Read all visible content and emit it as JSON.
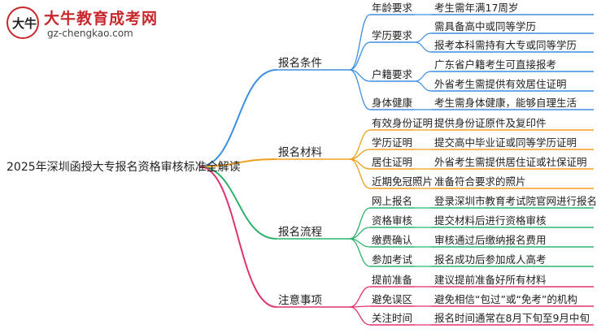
{
  "logo": {
    "title": "大牛教育成考网",
    "url": "gz-chengkao.com",
    "badge_text": "大牛"
  },
  "root": "2025年深圳函授大专报名资格审核标准全解读",
  "branches": [
    {
      "label": "报名条件",
      "color": "#3d8fe0",
      "children": [
        {
          "label": "年龄要求",
          "details": [
            "考生需年满17周岁"
          ]
        },
        {
          "label": "学历要求",
          "details": [
            "需具备高中或同等学历",
            "报考本科需持有大专或同等学历"
          ]
        },
        {
          "label": "户籍要求",
          "details": [
            "广东省户籍考生可直接报考",
            "外省考生需提供有效居住证明"
          ]
        },
        {
          "label": "身体健康",
          "details": [
            "考生需身体健康，能够自理生活"
          ]
        }
      ]
    },
    {
      "label": "报名材料",
      "color": "#f0a01e",
      "children": [
        {
          "label": "有效身份证明",
          "details": [
            "提供身份证原件及复印件"
          ]
        },
        {
          "label": "学历证明",
          "details": [
            "提交高中毕业证或同等学历证明"
          ]
        },
        {
          "label": "居住证明",
          "details": [
            "外省考生需提供居住证或社保证明"
          ]
        },
        {
          "label": "近期免冠照片",
          "details": [
            "准备符合要求的照片"
          ]
        }
      ]
    },
    {
      "label": "报名流程",
      "color": "#2fb36b",
      "children": [
        {
          "label": "网上报名",
          "details": [
            "登录深圳市教育考试院官网进行报名"
          ]
        },
        {
          "label": "资格审核",
          "details": [
            "提交材料后进行资格审核"
          ]
        },
        {
          "label": "缴费确认",
          "details": [
            "审核通过后缴纳报名费用"
          ]
        },
        {
          "label": "参加考试",
          "details": [
            "报名成功后参加成人高考"
          ]
        }
      ]
    },
    {
      "label": "注意事项",
      "color": "#e0336b",
      "children": [
        {
          "label": "提前准备",
          "details": [
            "建议提前准备好所有材料"
          ]
        },
        {
          "label": "避免误区",
          "details": [
            "避免相信“包过”或“免考”的机构"
          ]
        },
        {
          "label": "关注时间",
          "details": [
            "报名时间通常在8月下旬至9月中旬"
          ]
        }
      ]
    }
  ]
}
